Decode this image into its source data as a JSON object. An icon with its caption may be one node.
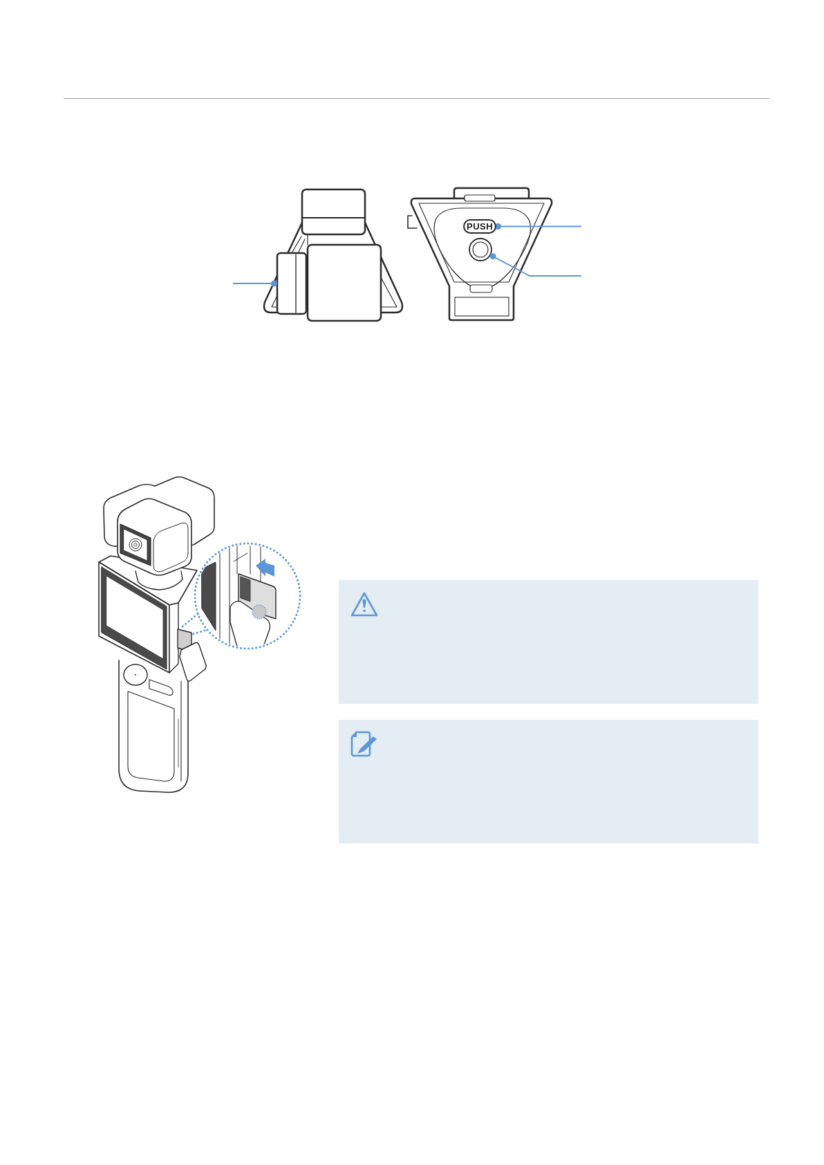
{
  "diagram": {
    "nodes": [
      {
        "text": [],
        "shape": "box"
      },
      {
        "text": [
          "PUSH"
        ]
      },
      {
        "text": [],
        "shape": "circle"
      }
    ],
    "edges": [
      {
        "from": null,
        "to": 0,
        "arrow": "other"
      },
      {
        "from": null,
        "to": 1,
        "arrow": "other"
      },
      {
        "from": null,
        "to": 2,
        "arrow": "other"
      }
    ]
  }
}
